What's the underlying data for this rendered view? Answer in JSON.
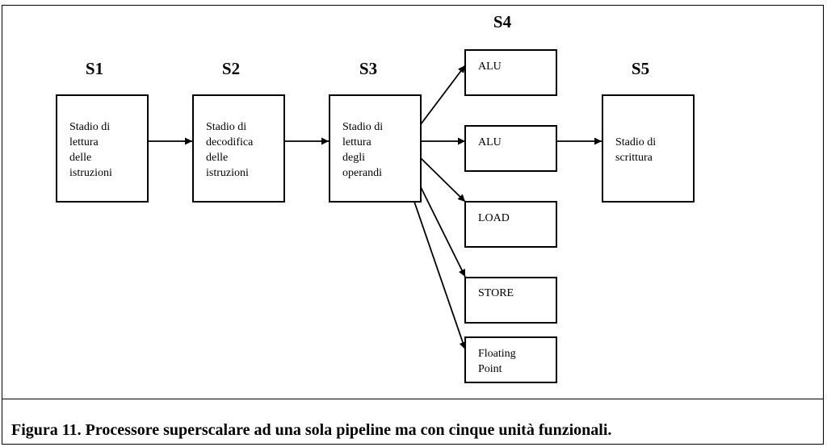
{
  "stages": {
    "s1": "S1",
    "s2": "S2",
    "s3": "S3",
    "s4": "S4",
    "s5": "S5"
  },
  "boxes": {
    "s1_box": [
      "Stadio di",
      "lettura",
      "delle",
      "istruzioni"
    ],
    "s2_box": [
      "Stadio di",
      "decodifica",
      "delle",
      "istruzioni"
    ],
    "s3_box": [
      "Stadio di",
      "lettura",
      "degli",
      "operandi"
    ],
    "s5_box": [
      "Stadio di",
      "scrittura"
    ]
  },
  "units": {
    "alu1": "ALU",
    "alu2": "ALU",
    "load": "LOAD",
    "store": "STORE",
    "float": [
      "Floating",
      "Point"
    ]
  },
  "caption": "Figura 11. Processore superscalare ad una sola pipeline ma con cinque unità funzionali."
}
